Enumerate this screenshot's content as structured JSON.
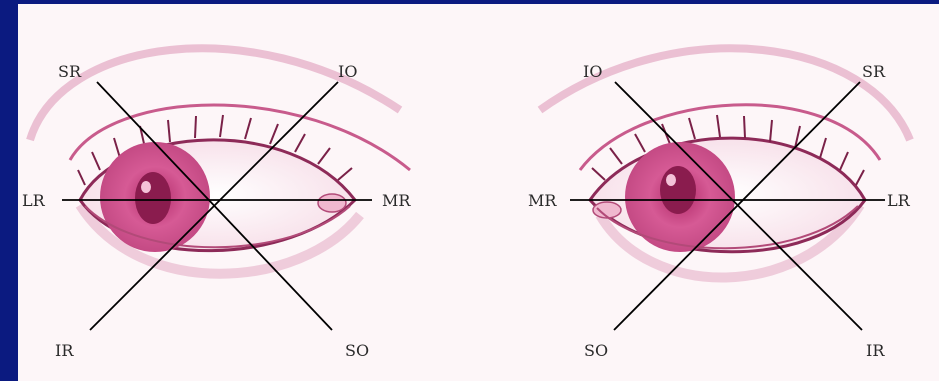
{
  "colors": {
    "frame": "#0b1a80",
    "panel": "#fdf6f8",
    "skin": "#b24a78",
    "iris": "#d04f8d",
    "pupil": "#8a1c4e",
    "line": "#000000"
  },
  "left_eye": {
    "labels": {
      "sr": "SR",
      "io": "IO",
      "lr": "LR",
      "mr": "MR",
      "ir": "IR",
      "so": "SO"
    }
  },
  "right_eye": {
    "labels": {
      "io": "IO",
      "sr": "SR",
      "mr": "MR",
      "lr": "LR",
      "so": "SO",
      "ir": "IR"
    }
  }
}
